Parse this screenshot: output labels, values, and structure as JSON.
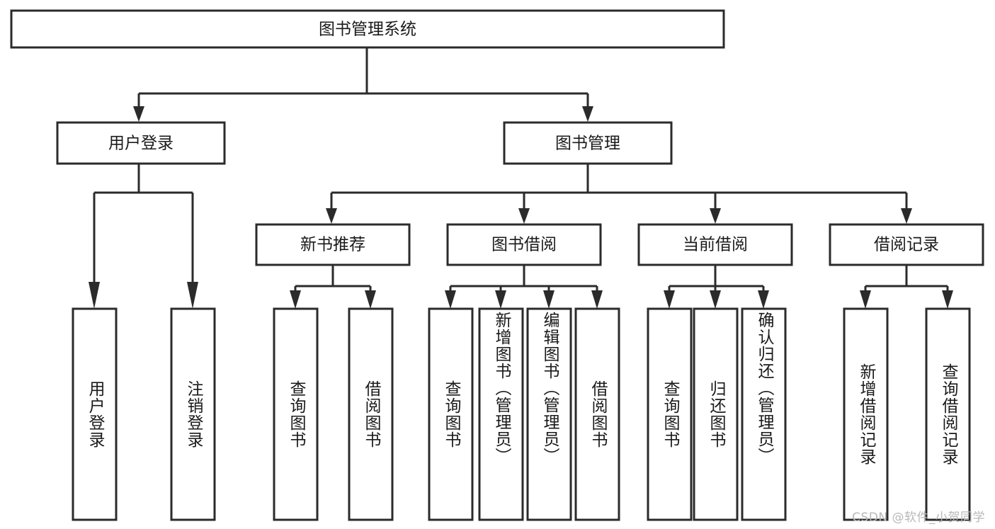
{
  "diagram": {
    "type": "tree-hierarchy",
    "title": "图书管理系统",
    "orientation": "top-down",
    "colors": {
      "box_stroke": "#2b2b2b",
      "box_fill": "#ffffff",
      "text": "#1a1a1a",
      "background": "#ffffff",
      "watermark": "#b8b8b8"
    },
    "levels": {
      "root": "图书管理系统",
      "level2": [
        "用户登录",
        "图书管理"
      ],
      "level3": [
        "新书推荐",
        "图书借阅",
        "当前借阅",
        "借阅记录"
      ],
      "level4": [
        "用户登录",
        "注销登录",
        "查询图书",
        "借阅图书",
        "查询图书",
        "新增图书（管理员）",
        "编辑图书（管理员）",
        "借阅图书",
        "查询图书",
        "归还图书",
        "确认归还（管理员）",
        "新增借阅记录",
        "查询借阅记录"
      ]
    },
    "nodes": {
      "root": {
        "label": "图书管理系统"
      },
      "user_login": {
        "label": "用户登录"
      },
      "book_manage": {
        "label": "图书管理"
      },
      "new_book_rec": {
        "label": "新书推荐"
      },
      "book_borrow": {
        "label": "图书借阅"
      },
      "current_borrow": {
        "label": "当前借阅"
      },
      "borrow_record": {
        "label": "借阅记录"
      },
      "leaf_user_login": {
        "label": "用户登录"
      },
      "leaf_logout": {
        "label": "注销登录"
      },
      "leaf_query_book_a": {
        "label": "查询图书"
      },
      "leaf_borrow_book_a": {
        "label": "借阅图书"
      },
      "leaf_query_book_b": {
        "label": "查询图书"
      },
      "leaf_add_book": {
        "label": "新增图书（管理员）"
      },
      "leaf_edit_book": {
        "label": "编辑图书（管理员）"
      },
      "leaf_borrow_book_b": {
        "label": "借阅图书"
      },
      "leaf_query_book_c": {
        "label": "查询图书"
      },
      "leaf_return_book": {
        "label": "归还图书"
      },
      "leaf_confirm_return": {
        "label": "确认归还（管理员）"
      },
      "leaf_add_record": {
        "label": "新增借阅记录"
      },
      "leaf_query_record": {
        "label": "查询借阅记录"
      }
    }
  },
  "watermark": {
    "text": "CSDN @软件_小贺同学"
  }
}
